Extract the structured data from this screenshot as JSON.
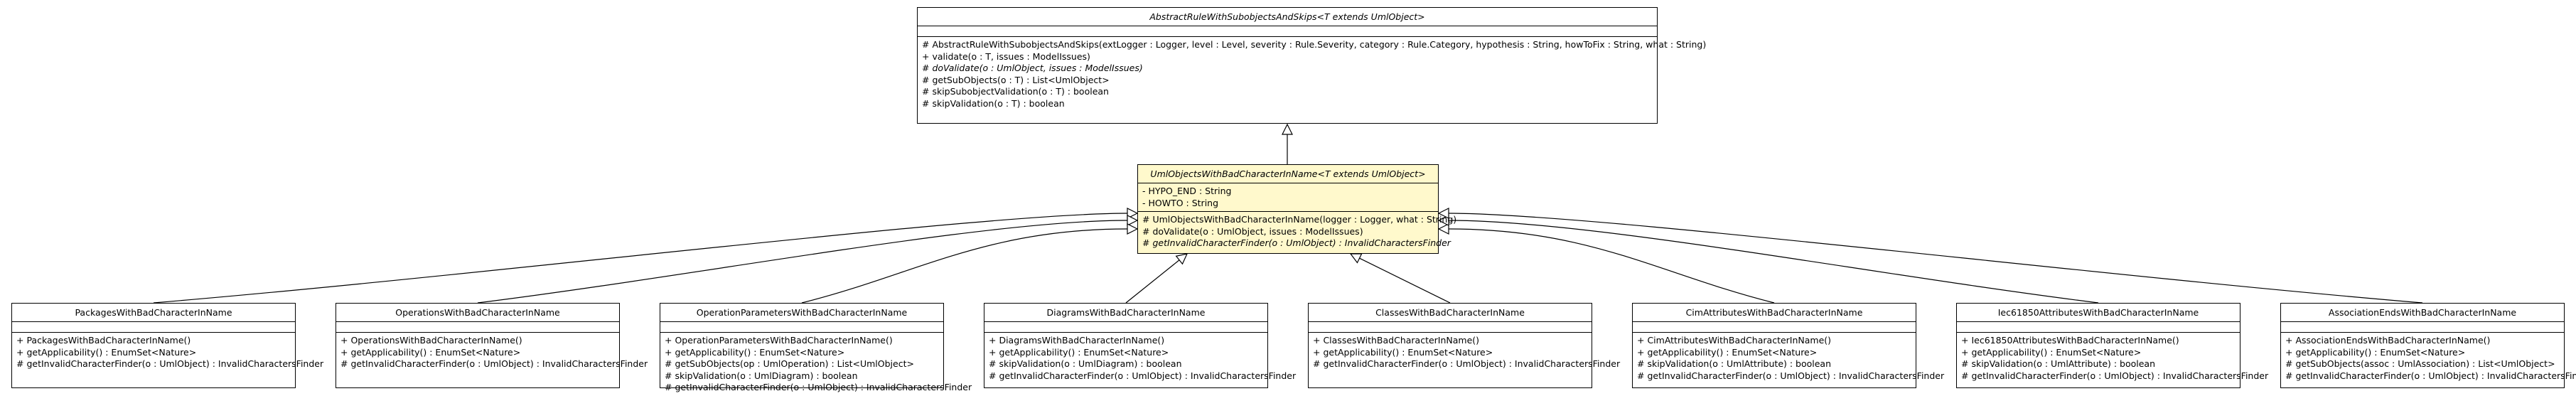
{
  "base": {
    "name": "AbstractRuleWithSubobjectsAndSkips<T extends UmlObject>",
    "attributes": [],
    "methods": [
      {
        "text": "# AbstractRuleWithSubobjectsAndSkips(extLogger : Logger, level : Level, severity : Rule.Severity, category : Rule.Category, hypothesis : String, howToFix : String, what : String)",
        "italic": false
      },
      {
        "text": "+ validate(o : T, issues : ModelIssues)",
        "italic": false
      },
      {
        "text": "# doValidate(o : UmlObject, issues : ModelIssues)",
        "italic": true
      },
      {
        "text": "# getSubObjects(o : T) : List<UmlObject>",
        "italic": false
      },
      {
        "text": "# skipSubobjectValidation(o : T) : boolean",
        "italic": false
      },
      {
        "text": "# skipValidation(o : T) : boolean",
        "italic": false
      }
    ]
  },
  "middle": {
    "name": "UmlObjectsWithBadCharacterInName<T extends UmlObject>",
    "attributes": [
      {
        "text": "- HYPO_END : String",
        "italic": false
      },
      {
        "text": "- HOWTO : String",
        "italic": false
      }
    ],
    "methods": [
      {
        "text": "# UmlObjectsWithBadCharacterInName(logger : Logger, what : String)",
        "italic": false
      },
      {
        "text": "# doValidate(o : UmlObject, issues : ModelIssues)",
        "italic": false
      },
      {
        "text": "# getInvalidCharacterFinder(o : UmlObject) : InvalidCharactersFinder",
        "italic": true
      }
    ]
  },
  "subclasses": [
    {
      "name": "PackagesWithBadCharacterInName",
      "methods": [
        "+ PackagesWithBadCharacterInName()",
        "+ getApplicability() : EnumSet<Nature>",
        "# getInvalidCharacterFinder(o : UmlObject) : InvalidCharactersFinder"
      ]
    },
    {
      "name": "OperationsWithBadCharacterInName",
      "methods": [
        "+ OperationsWithBadCharacterInName()",
        "+ getApplicability() : EnumSet<Nature>",
        "# getInvalidCharacterFinder(o : UmlObject) : InvalidCharactersFinder"
      ]
    },
    {
      "name": "OperationParametersWithBadCharacterInName",
      "methods": [
        "+ OperationParametersWithBadCharacterInName()",
        "+ getApplicability() : EnumSet<Nature>",
        "# getSubObjects(op : UmlOperation) : List<UmlObject>",
        "# skipValidation(o : UmlDiagram) : boolean",
        "# getInvalidCharacterFinder(o : UmlObject) : InvalidCharactersFinder"
      ]
    },
    {
      "name": "DiagramsWithBadCharacterInName",
      "methods": [
        "+ DiagramsWithBadCharacterInName()",
        "+ getApplicability() : EnumSet<Nature>",
        "# skipValidation(o : UmlDiagram) : boolean",
        "# getInvalidCharacterFinder(o : UmlObject) : InvalidCharactersFinder"
      ]
    },
    {
      "name": "ClassesWithBadCharacterInName",
      "methods": [
        "+ ClassesWithBadCharacterInName()",
        "+ getApplicability() : EnumSet<Nature>",
        "# getInvalidCharacterFinder(o : UmlObject) : InvalidCharactersFinder"
      ]
    },
    {
      "name": "CimAttributesWithBadCharacterInName",
      "methods": [
        "+ CimAttributesWithBadCharacterInName()",
        "+ getApplicability() : EnumSet<Nature>",
        "# skipValidation(o : UmlAttribute) : boolean",
        "# getInvalidCharacterFinder(o : UmlObject) : InvalidCharactersFinder"
      ]
    },
    {
      "name": "Iec61850AttributesWithBadCharacterInName",
      "methods": [
        "+ Iec61850AttributesWithBadCharacterInName()",
        "+ getApplicability() : EnumSet<Nature>",
        "# skipValidation(o : UmlAttribute) : boolean",
        "# getInvalidCharacterFinder(o : UmlObject) : InvalidCharactersFinder"
      ]
    },
    {
      "name": "AssociationEndsWithBadCharacterInName",
      "methods": [
        "+ AssociationEndsWithBadCharacterInName()",
        "+ getApplicability() : EnumSet<Nature>",
        "# getSubObjects(assoc : UmlAssociation) : List<UmlObject>",
        "# getInvalidCharacterFinder(o : UmlObject) : InvalidCharactersFinder"
      ]
    }
  ]
}
